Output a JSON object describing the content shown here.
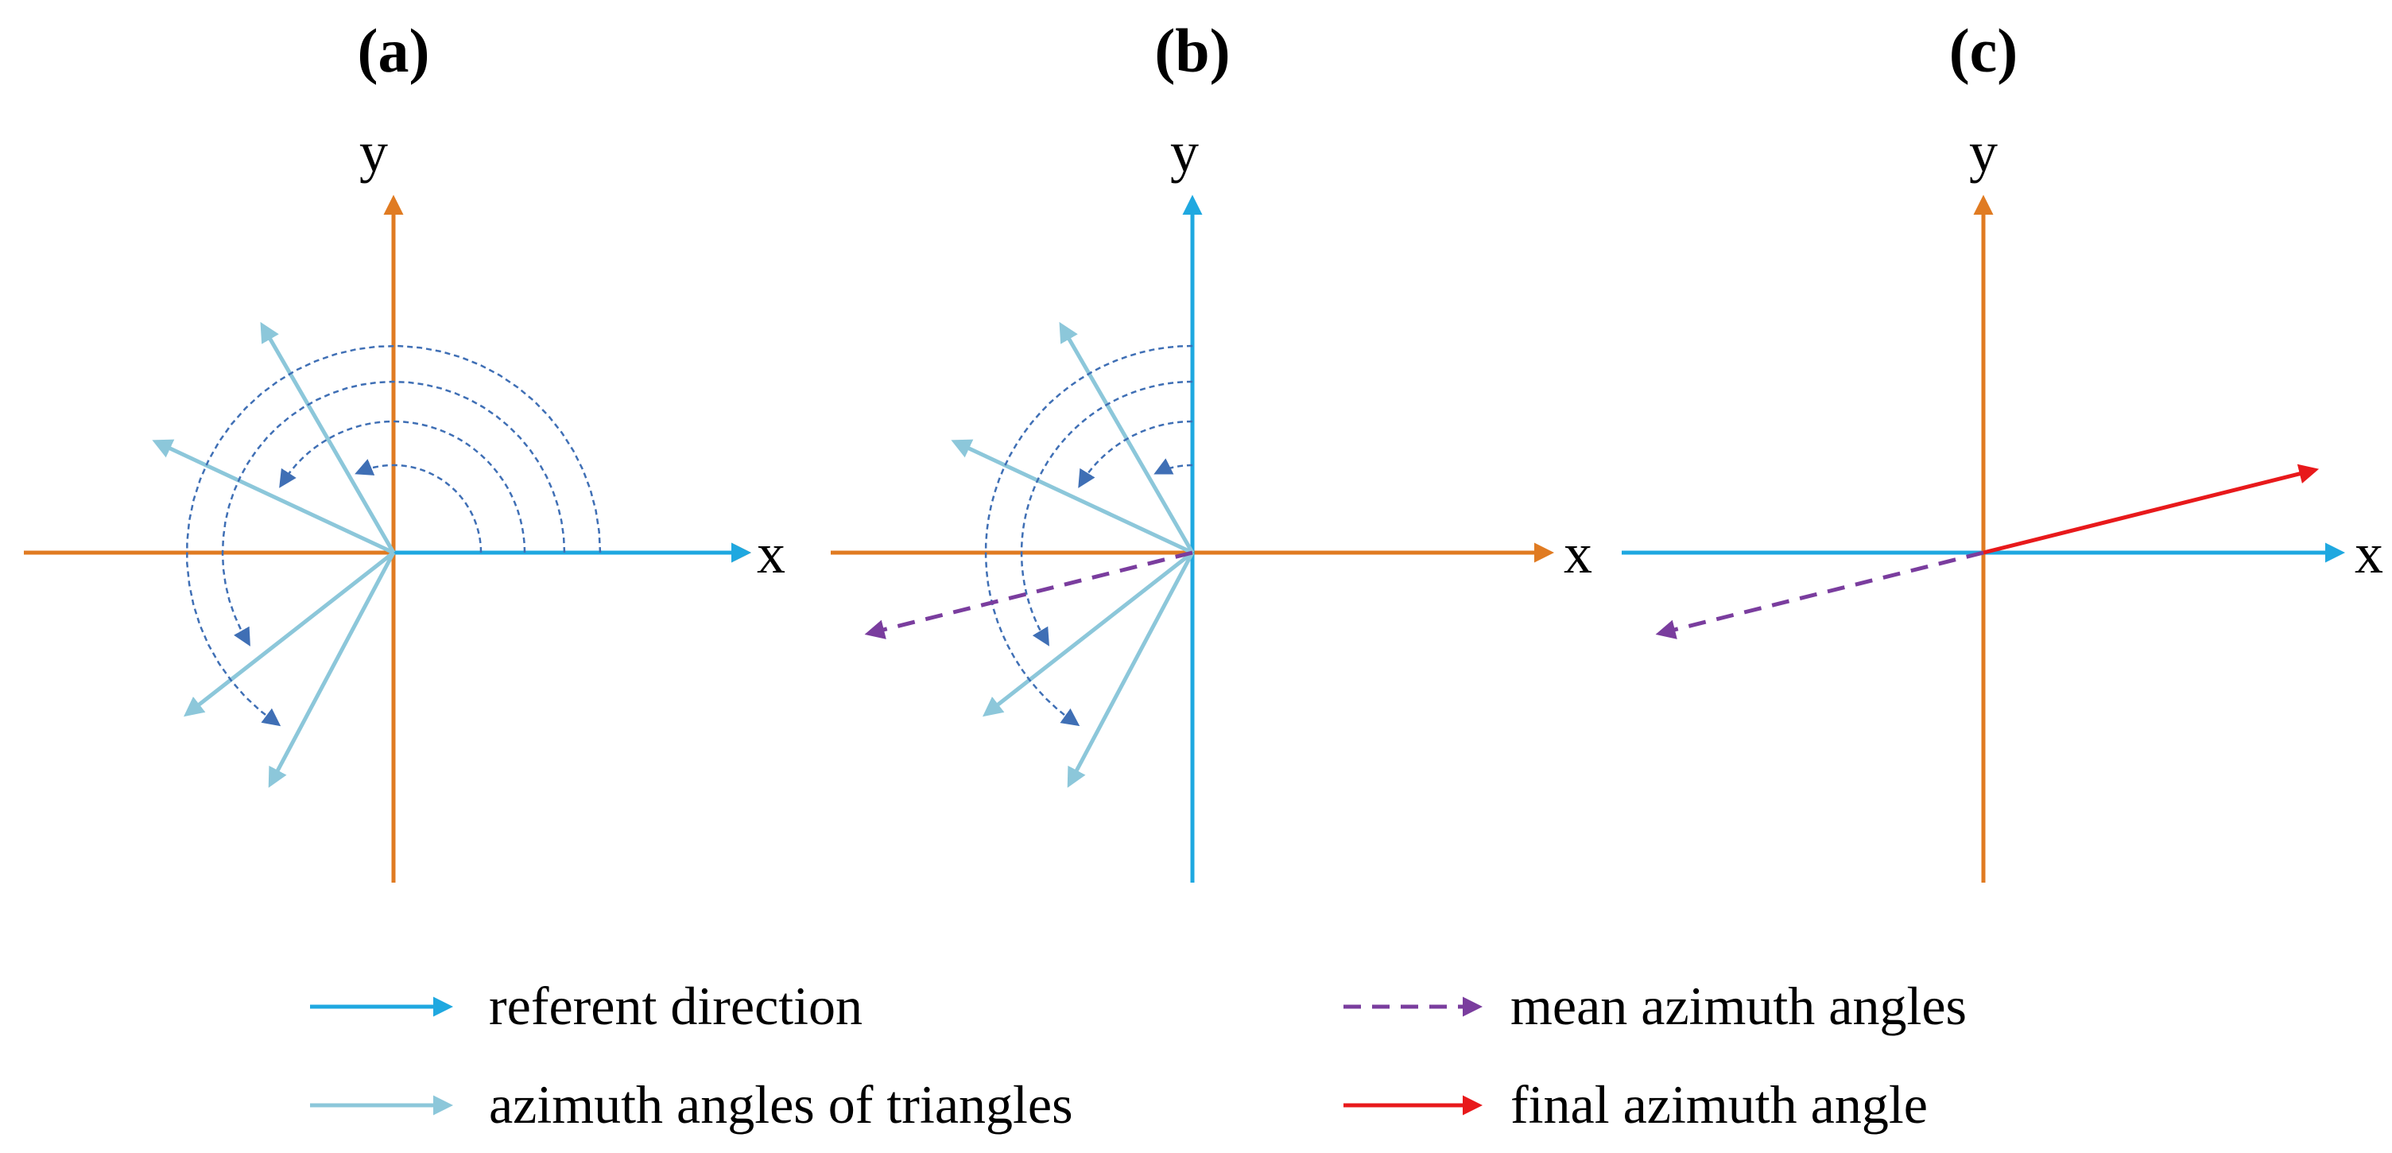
{
  "colors": {
    "referent": "#1FA8E0",
    "axis": "#E07B22",
    "triangle": "#8CC7DA",
    "arc": "#3F6FB5",
    "mean": "#7A3D9E",
    "final": "#E8191B"
  },
  "panels": [
    {
      "label": "(a)",
      "x_label": "x",
      "y_label": "y",
      "x_axis_color_key": "axis",
      "y_axis_color_key": "axis",
      "referent_direction_deg": 0,
      "triangle_azimuth_deg": [
        120,
        155,
        218,
        242
      ],
      "show_arcs": true,
      "show_mean": false,
      "show_final": false
    },
    {
      "label": "(b)",
      "x_label": "x",
      "y_label": "y",
      "x_axis_color_key": "axis",
      "y_axis_color_key": "referent",
      "referent_direction_deg": 90,
      "triangle_azimuth_deg": [
        120,
        155,
        218,
        242
      ],
      "show_arcs": true,
      "show_mean": true,
      "mean_azimuth_deg": 194,
      "show_final": false
    },
    {
      "label": "(c)",
      "x_label": "x",
      "y_label": "y",
      "x_axis_color_key": "referent",
      "y_axis_color_key": "axis",
      "show_arcs": false,
      "show_mean": true,
      "mean_azimuth_deg": 194,
      "show_final": true,
      "final_azimuth_deg": 14
    }
  ],
  "legend": {
    "referent": "referent direction",
    "triangles": "azimuth angles of triangles",
    "mean": "mean azimuth angles",
    "final": "final azimuth angle"
  }
}
